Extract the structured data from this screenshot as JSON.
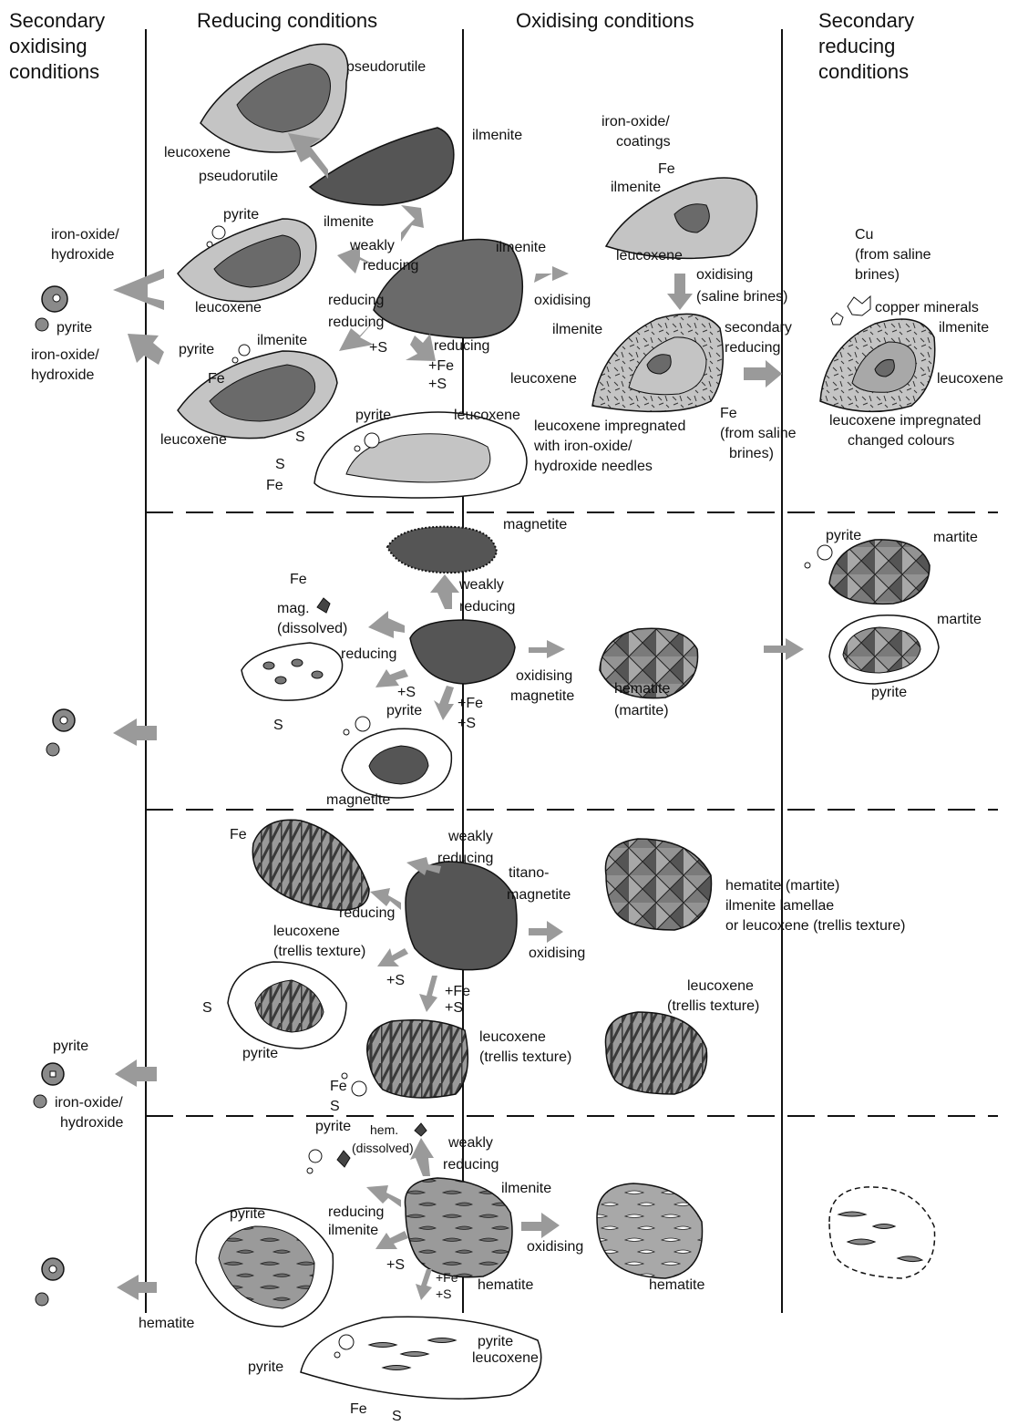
{
  "headers": {
    "col1": [
      "Secondary",
      "oxidising",
      "conditions"
    ],
    "col2": "Reducing conditions",
    "col3": "Oxidising conditions",
    "col4": [
      "Secondary",
      "reducing",
      "conditions"
    ]
  },
  "ilmenite_band": {
    "pseudorutile_top": "pseudorutile",
    "leucoxene_top": "leucoxene",
    "pseudorutile_mid": "pseudorutile",
    "ilmenite_dark": "ilmenite",
    "pyrite_a": "pyrite",
    "ilmenite_a": "ilmenite",
    "weakly_reducing": [
      "weakly",
      "reducing"
    ],
    "leucoxene_a": "leucoxene",
    "reducing_1": "reducing",
    "reducing_2": "reducing",
    "ilmenite_center": "ilmenite",
    "pyrite_b": "pyrite",
    "ilmenite_b": "ilmenite",
    "fe_b": "Fe",
    "s_b": "S",
    "leucoxene_b": "leucoxene",
    "plus_s": "+S",
    "reducing_fe_s": [
      "reducing",
      "+Fe",
      "+S"
    ],
    "pyrite_c": "pyrite",
    "leucoxene_c": "leucoxene",
    "s_c": "S",
    "fe_c": "Fe",
    "oxidising": "oxidising",
    "iron_oxide_coatings": [
      "iron-oxide/",
      "coatings"
    ],
    "fe_coat": "Fe",
    "ilmenite_ox": "ilmenite",
    "leucoxene_ox": "leucoxene",
    "oxidising_saline": [
      "oxidising",
      "(saline brines)"
    ],
    "ilmenite_ox2": "ilmenite",
    "leucoxene_ox2": "leucoxene",
    "leucoxene_impregnated": [
      "leucoxene impregnated",
      "with iron-oxide/",
      "hydroxide needles"
    ],
    "fe_saline": [
      "Fe",
      "(from saline",
      "brines)"
    ],
    "secondary_reducing": [
      "secondary",
      "reducing"
    ],
    "cu": [
      "Cu",
      "(from saline",
      "brines)"
    ],
    "copper_minerals": "copper minerals",
    "ilmenite_sec": "ilmenite",
    "leucoxene_sec": "leucoxene",
    "leucoxene_changed": [
      "leucoxene impregnated",
      "changed colours"
    ],
    "iron_oxide_1": [
      "iron-oxide/",
      "hydroxide"
    ],
    "pyrite_left": "pyrite",
    "iron_oxide_2": [
      "iron-oxide/",
      "hydroxide"
    ]
  },
  "magnetite_band": {
    "magnetite_top": "magnetite",
    "weakly_reducing": [
      "weakly",
      "reducing"
    ],
    "fe": "Fe",
    "mag_dissolved": [
      "mag.",
      "(dissolved)"
    ],
    "reducing": "reducing",
    "plus_s": "+S",
    "pyrite": "pyrite",
    "s": "S",
    "plus_fe_s": [
      "+Fe",
      "+S"
    ],
    "oxidising_magnetite": [
      "oxidising",
      "magnetite"
    ],
    "hematite_martite": [
      "hematite",
      "(martite)"
    ],
    "magnetite_bottom": "magnetite",
    "pyrite_sec": "pyrite",
    "martite_1": "martite",
    "martite_2": "martite",
    "pyrite_sec2": "pyrite"
  },
  "titanomagnetite_band": {
    "fe": "Fe",
    "weakly_reducing": [
      "weakly",
      "reducing"
    ],
    "titano": [
      "titano-",
      "magnetite"
    ],
    "reducing": "reducing",
    "leucoxene_trellis": [
      "leucoxene",
      "(trellis texture)"
    ],
    "oxidising": "oxidising",
    "hematite_desc": [
      "hematite (martite)",
      "ilmenite lamellae",
      "or leucoxene (trellis texture)"
    ],
    "s": "S",
    "plus_s": "+S",
    "plus_fe_s": [
      "+Fe",
      "+S"
    ],
    "pyrite": "pyrite",
    "leucoxene_trellis2": [
      "leucoxene",
      "(trellis texture)"
    ],
    "leucoxene_trellis3": [
      "leucoxene",
      "(trellis texture)"
    ],
    "fe2": "Fe",
    "s2": "S",
    "pyrite_left": "pyrite",
    "iron_oxide": [
      "iron-oxide/",
      "hydroxide"
    ]
  },
  "hematite_band": {
    "pyrite": "pyrite",
    "hem_dissolved": [
      "hem.",
      "(dissolved)"
    ],
    "weakly_reducing": [
      "weakly",
      "reducing"
    ],
    "ilmenite": "ilmenite",
    "pyrite2": "pyrite",
    "reducing_ilmenite": [
      "reducing",
      "ilmenite"
    ],
    "oxidising": "oxidising",
    "plus_s": "+S",
    "plus_fe_s": [
      "+Fe",
      "+S"
    ],
    "hematite": "hematite",
    "hematite_right": "hematite",
    "hematite_left": "hematite",
    "pyrite3": "pyrite",
    "leucoxene": "leucoxene",
    "pyrite4": "pyrite",
    "fe": "Fe",
    "s": "S"
  }
}
